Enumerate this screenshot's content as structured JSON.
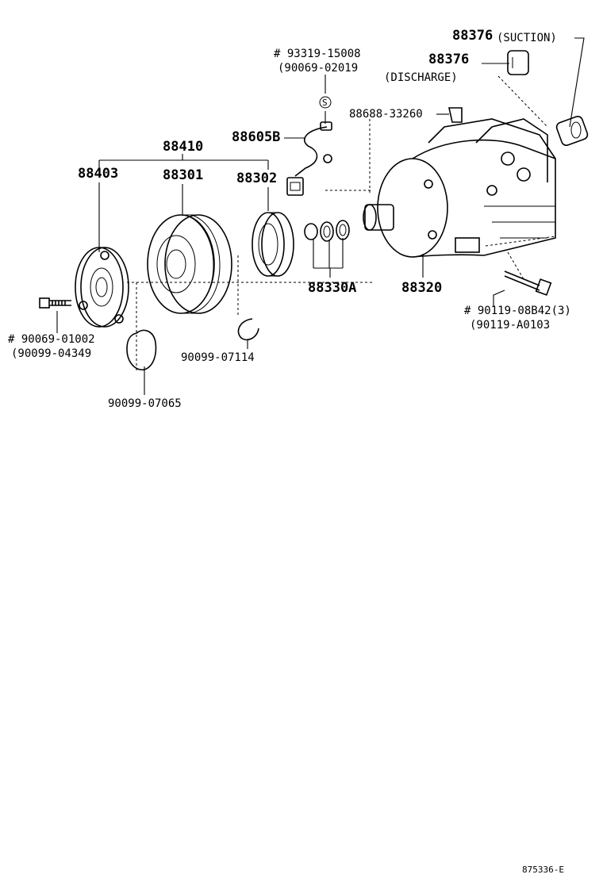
{
  "labels": {
    "suction_part": "88376",
    "suction_note": "(SUCTION)",
    "discharge_part": "88376",
    "discharge_note": "(DISCHARGE)",
    "sensor_note1": "# 93319-15008",
    "sensor_note2": "(90069-02019",
    "bracket_part": "88688-33260",
    "harness_part": "88605B",
    "assembly_part": "88410",
    "plate_part": "88403",
    "pulley_part": "88301",
    "coil_part": "88302",
    "shims_part": "88330A",
    "compressor_part": "88320",
    "bolt_note1": "# 90119-08B42(3)",
    "bolt_note2": "(90119-A0103",
    "snapring_part": "90099-07114",
    "screw_note1": "# 90069-01002",
    "screw_note2": "(90099-04349",
    "washer_part": "90099-07065",
    "sensor_badge": "S",
    "figure_id": "875336-E"
  }
}
